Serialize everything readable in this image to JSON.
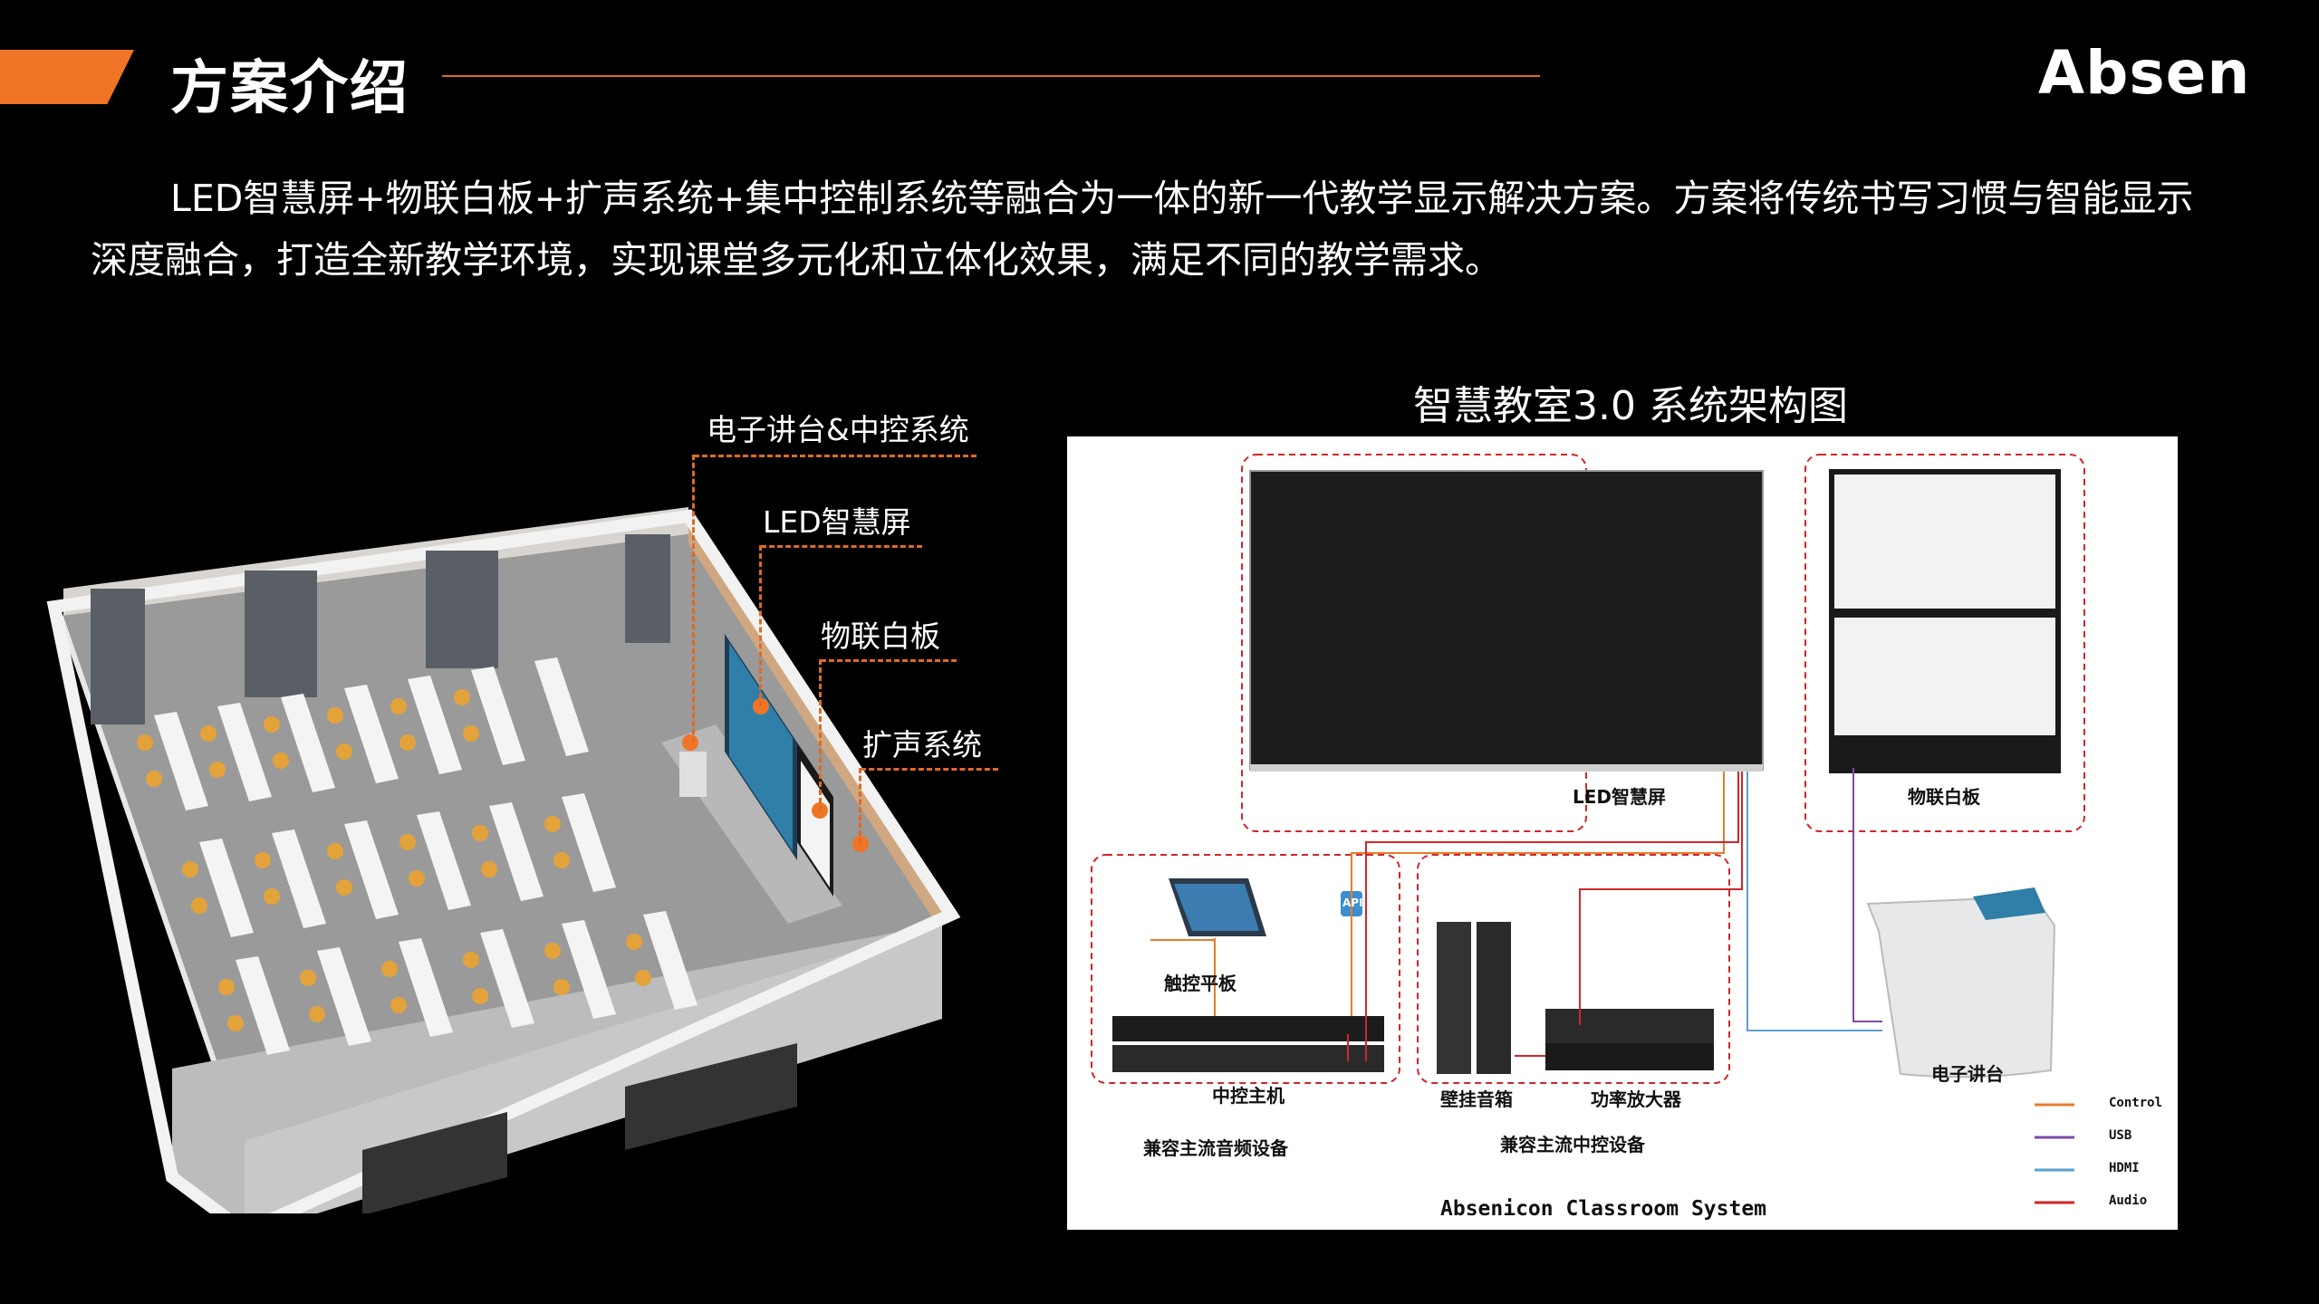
{
  "header": {
    "title": "方案介绍",
    "logo_text": "Absen",
    "accent_color": "#f07425"
  },
  "intro": {
    "text": "LED智慧屏+物联白板+扩声系统+集中控制系统等融合为一体的新一代教学显示解决方案。方案将传统书写习惯与智能显示深度融合，打造全新教学环境，实现课堂多元化和立体化效果，满足不同的教学需求。"
  },
  "classroom": {
    "callouts": [
      "电子讲台&中控系统",
      "LED智慧屏",
      "物联白板",
      "扩声系统"
    ]
  },
  "diagram": {
    "title": "智慧教室3.0 系统架构图",
    "footer": "Absenicon Classroom System",
    "devices": {
      "led": "LED智慧屏",
      "whiteboard": "物联白板",
      "touch": "触控平板",
      "host": "中控主机",
      "speaker": "壁挂音箱",
      "amp": "功率放大器",
      "podium": "电子讲台",
      "api": "API"
    },
    "groups": {
      "audio": "兼容主流音频设备",
      "control": "兼容主流中控设备"
    },
    "legend": [
      {
        "label": "Control",
        "color": "#e87b2c"
      },
      {
        "label": "USB",
        "color": "#7b4aa8"
      },
      {
        "label": "HDMI",
        "color": "#5aa0d0"
      },
      {
        "label": "Audio",
        "color": "#d0262a"
      }
    ]
  }
}
